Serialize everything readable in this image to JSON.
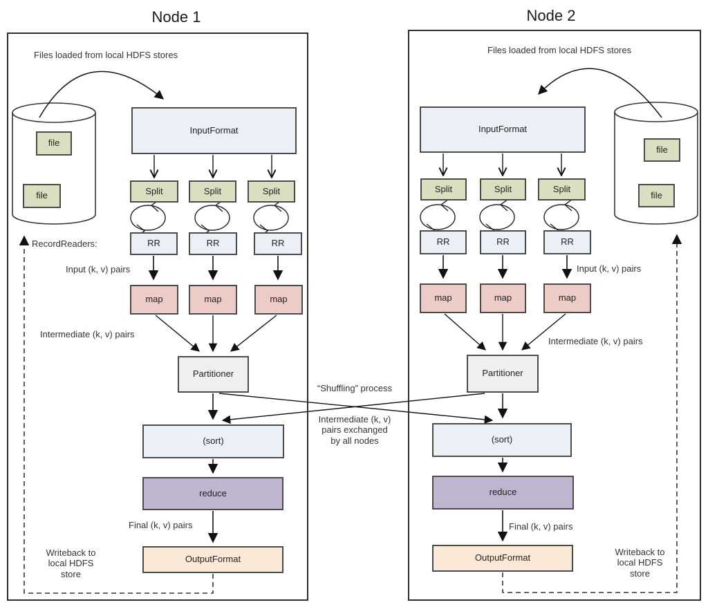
{
  "nodes": [
    {
      "title": "Node 1",
      "files_loaded_label": "Files loaded from local HDFS stores",
      "file_label": "file",
      "input_format_label": "InputFormat",
      "split_label": "Split",
      "record_readers_label": "RecordReaders:",
      "rr_label": "RR",
      "input_pairs_label": "Input (k, v) pairs",
      "map_label": "map",
      "intermediate_pairs_label": "Intermediate (k, v) pairs",
      "partitioner_label": "Partitioner",
      "sort_label": "(sort)",
      "reduce_label": "reduce",
      "final_pairs_label": "Final (k, v) pairs",
      "output_format_label": "OutputFormat",
      "writeback_label": "Writeback to\nlocal HDFS\nstore"
    },
    {
      "title": "Node 2",
      "files_loaded_label": "Files loaded from local HDFS stores",
      "file_label": "file",
      "input_format_label": "InputFormat",
      "split_label": "Split",
      "rr_label": "RR",
      "input_pairs_label": "Input (k, v) pairs",
      "map_label": "map",
      "intermediate_pairs_label": "Intermediate (k, v) pairs",
      "partitioner_label": "Partitioner",
      "sort_label": "(sort)",
      "reduce_label": "reduce",
      "final_pairs_label": "Final (k, v) pairs",
      "output_format_label": "OutputFormat",
      "writeback_label": "Writeback to\nlocal HDFS\nstore"
    }
  ],
  "shuffle": {
    "process_label": "“Shuffling” process",
    "exchange_label": "Intermediate (k, v)\npairs exchanged\nby all nodes"
  },
  "colors": {
    "input_format_fill": "#ebeff6",
    "split_file_fill": "#dcdec1",
    "map_fill": "#edcbc7",
    "partitioner_fill": "#f0efed",
    "reduce_fill": "#c0b5ce",
    "output_format_fill": "#fbe9d7",
    "border": "#4a4a4a",
    "line": "#1a1a1a"
  }
}
